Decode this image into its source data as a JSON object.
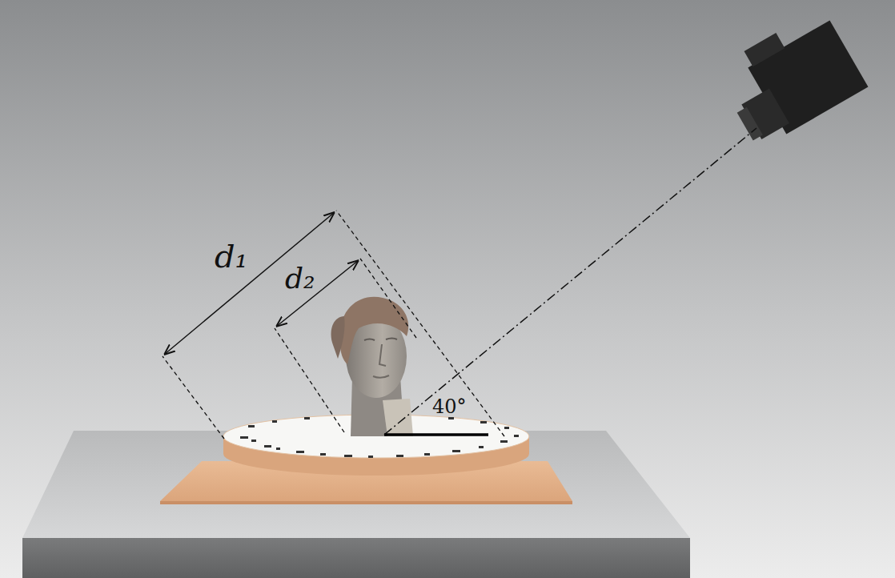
{
  "diagram": {
    "labels": [
      "d₁",
      "d₂",
      "40°"
    ]
  }
}
